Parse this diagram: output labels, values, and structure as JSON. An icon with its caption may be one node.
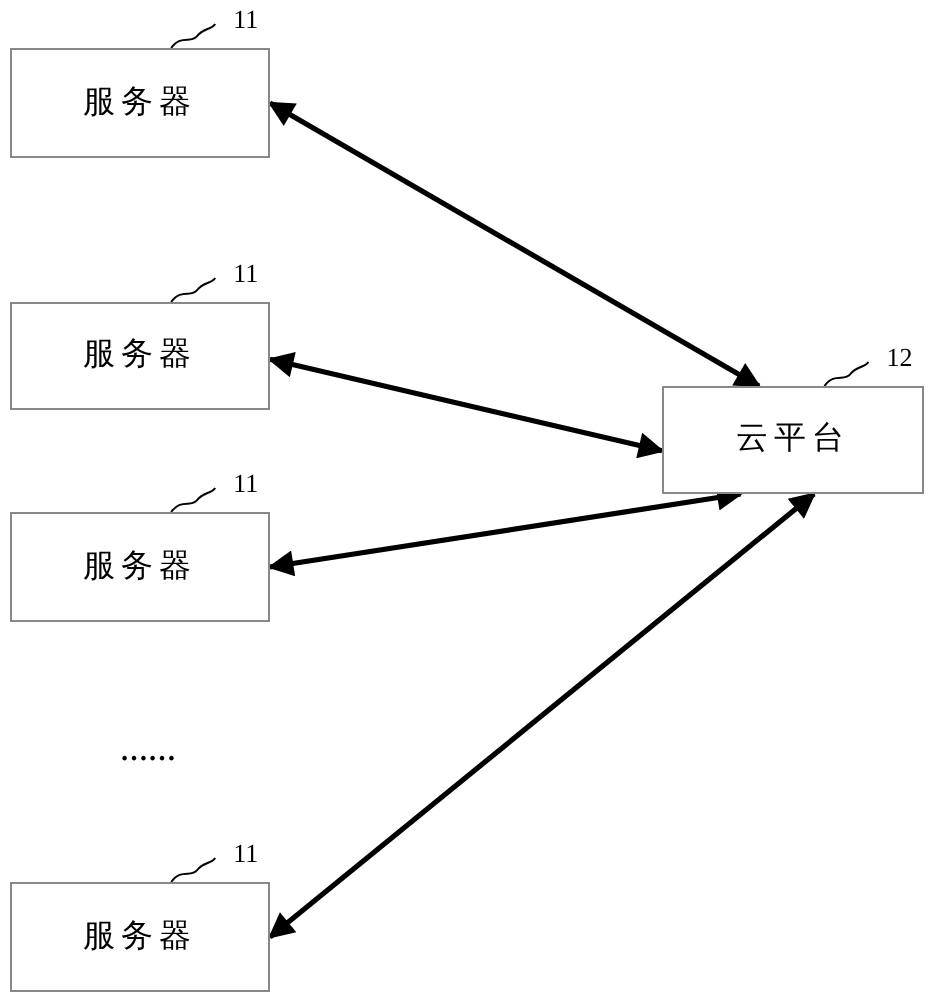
{
  "diagram": {
    "nodes": [
      {
        "text": [
          "服务器"
        ],
        "beside": [
          "11"
        ]
      },
      {
        "text": [
          "服务器"
        ],
        "beside": [
          "11"
        ]
      },
      {
        "text": [
          "云平台"
        ],
        "beside": [
          "12"
        ]
      },
      {
        "text": [
          "服务器"
        ],
        "beside": [
          "11"
        ]
      },
      {
        "text": [
          "服务器"
        ],
        "beside": [
          "11"
        ]
      }
    ],
    "edges": [
      {
        "from": 0,
        "to": 2,
        "arrow": "both"
      },
      {
        "from": 1,
        "to": 2,
        "arrow": "both"
      },
      {
        "from": 3,
        "to": 2,
        "arrow": "both"
      },
      {
        "from": 4,
        "to": 2,
        "arrow": "both"
      }
    ],
    "labels": [
      "……"
    ]
  }
}
